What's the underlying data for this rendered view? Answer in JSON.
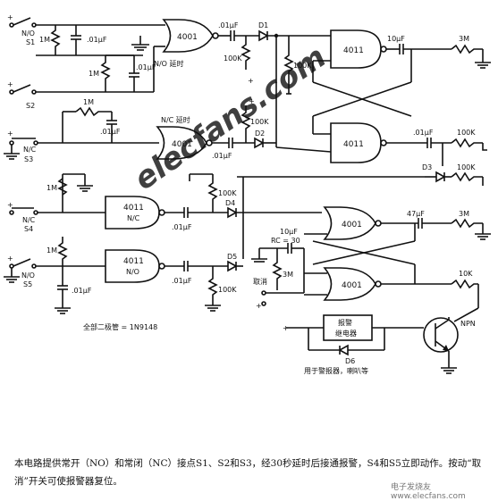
{
  "labels": {
    "s1": "S1",
    "s1_type": "N/O",
    "s2": "S2",
    "s3": "S3",
    "s3_type": "N/C",
    "s4": "S4",
    "s4_type": "N/C",
    "s5": "S5",
    "s5_type": "N/O",
    "r_1m": "1M",
    "r_100k": "100K",
    "r_3m": "3M",
    "r_10k": "10K",
    "c_01uf": ".01μF",
    "c_10uf": "10μF",
    "c_47uf": "47μF",
    "gate_4001": "4001",
    "gate_4011": "4011",
    "g_no_delay": "N/O 延时",
    "g_nc_delay": "N/C 延时",
    "g_nc": "N/C",
    "g_no": "N/O",
    "d1": "D1",
    "d2": "D2",
    "d3": "D3",
    "d4": "D4",
    "d5": "D5",
    "d6": "D6",
    "rc": "RC = 30",
    "cancel": "取消",
    "alarm_relay_1": "报警",
    "alarm_relay_2": "继电器",
    "npn": "NPN",
    "diodes_note": "全部二极管 = 1N9148",
    "relay_use": "用于警报器，喇叭等",
    "plus": "+"
  },
  "watermark": "elecfans.com",
  "caption": "本电路提供常开（NO）和常闭（NC）接点S1、S2和S3，经30秒延时后接通报警，S4和S5立即动作。按动“取消”开关可使报警器复位。",
  "footer_logo": "电子发烧友 www.elecfans.com"
}
